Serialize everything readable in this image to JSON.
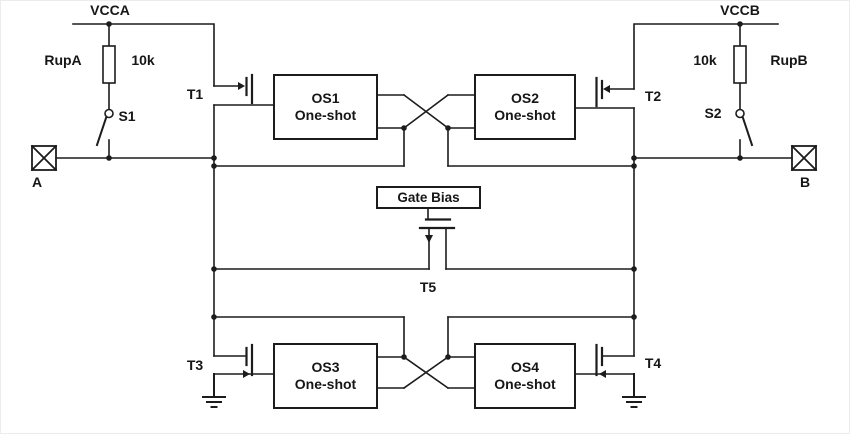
{
  "schematic": {
    "supplies": {
      "left": "VCCA",
      "right": "VCCB"
    },
    "resistors": {
      "left": {
        "name": "RupA",
        "value": "10k"
      },
      "right": {
        "name": "RupB",
        "value": "10k"
      }
    },
    "switches": {
      "left": "S1",
      "right": "S2"
    },
    "ports": {
      "left": "A",
      "right": "B"
    },
    "transistors": {
      "t1": "T1",
      "t2": "T2",
      "t3": "T3",
      "t4": "T4",
      "t5": "T5"
    },
    "one_shots": [
      {
        "id": "OS1",
        "type": "One-shot"
      },
      {
        "id": "OS2",
        "type": "One-shot"
      },
      {
        "id": "OS3",
        "type": "One-shot"
      },
      {
        "id": "OS4",
        "type": "One-shot"
      }
    ],
    "gate_bias": "Gate Bias",
    "colors": {
      "wire": "#1c1c1c",
      "text": "#161616",
      "background": "#ffffff"
    }
  }
}
